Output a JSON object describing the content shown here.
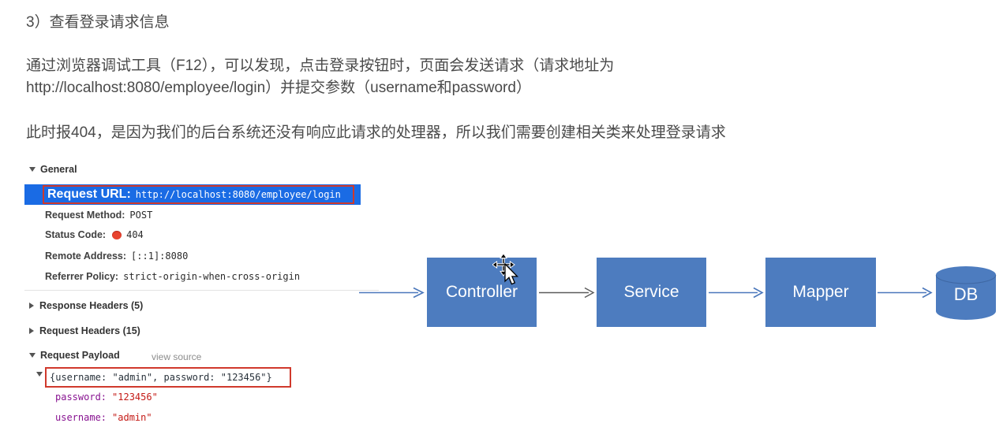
{
  "intro": {
    "heading": "3）查看登录请求信息",
    "para1_line1": "通过浏览器调试工具（F12），可以发现，点击登录按钮时，页面会发送请求（请求地址为",
    "para1_line2": "http://localhost:8080/employee/login）并提交参数（username和password）",
    "para2": "此时报404，是因为我们的后台系统还没有响应此请求的处理器，所以我们需要创建相关类来处理登录请求"
  },
  "devtools": {
    "general": {
      "header": "General",
      "rows": [
        {
          "label": "Request URL:",
          "value": "http://localhost:8080/employee/login"
        },
        {
          "label": "Request Method:",
          "value": "POST"
        },
        {
          "label": "Status Code:",
          "value": "404"
        },
        {
          "label": "Remote Address:",
          "value": "[::1]:8080"
        },
        {
          "label": "Referrer Policy:",
          "value": "strict-origin-when-cross-origin"
        }
      ]
    },
    "sections": [
      {
        "label": "Response Headers (5)"
      },
      {
        "label": "Request Headers (15)"
      }
    ],
    "payload": {
      "header": "Request Payload",
      "view_source": "view source",
      "preview": "{username: \"admin\", password: \"123456\"}",
      "entries": [
        {
          "key": "password:",
          "value": "\"123456\""
        },
        {
          "key": "username:",
          "value": "\"admin\""
        }
      ]
    }
  },
  "diagram": {
    "nodes": [
      {
        "label": "Controller",
        "type": "box"
      },
      {
        "label": "Service",
        "type": "box"
      },
      {
        "label": "Mapper",
        "type": "box"
      },
      {
        "label": "DB",
        "type": "cylinder"
      }
    ]
  },
  "colors": {
    "highlight_blue": "#1a6be4",
    "annotation_red": "#d0392c",
    "node_blue": "#4d7cbf",
    "status_dot_red": "#e8432f",
    "payload_key_purple": "#881391",
    "payload_value_red": "#c41a16"
  }
}
